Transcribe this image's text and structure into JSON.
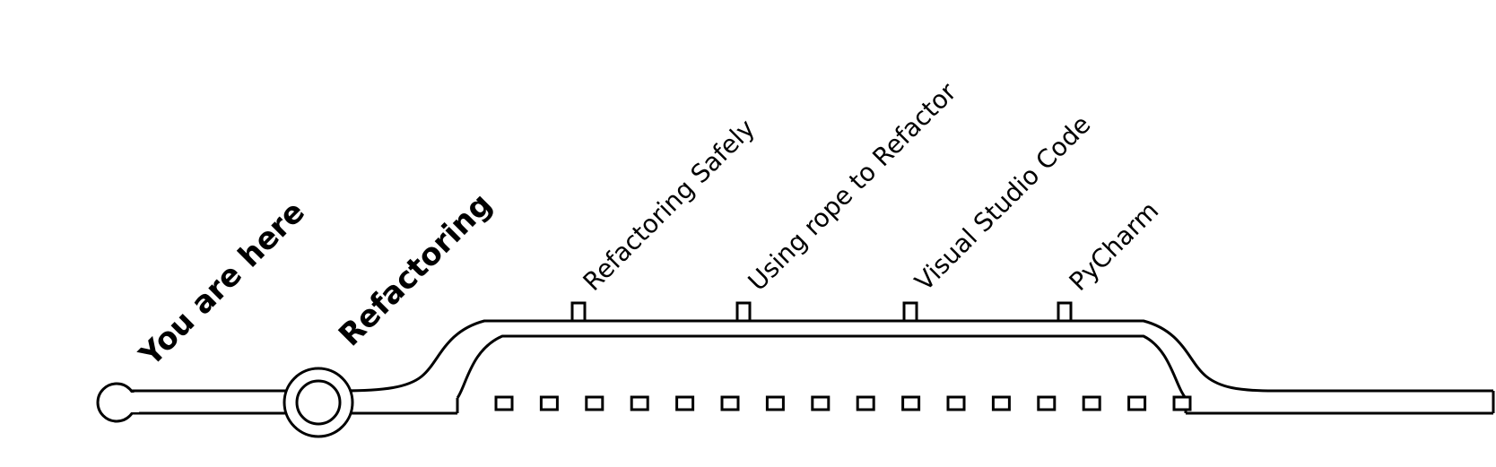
{
  "stations": {
    "start": {
      "label": "You are here"
    },
    "main": {
      "label": "Refactoring"
    },
    "branch": [
      {
        "label": "Refactoring Safely"
      },
      {
        "label": "Using rope to Refactor"
      },
      {
        "label": "Visual Studio Code"
      },
      {
        "label": "PyCharm"
      }
    ]
  },
  "colors": {
    "line": "#000000",
    "background": "#ffffff"
  }
}
